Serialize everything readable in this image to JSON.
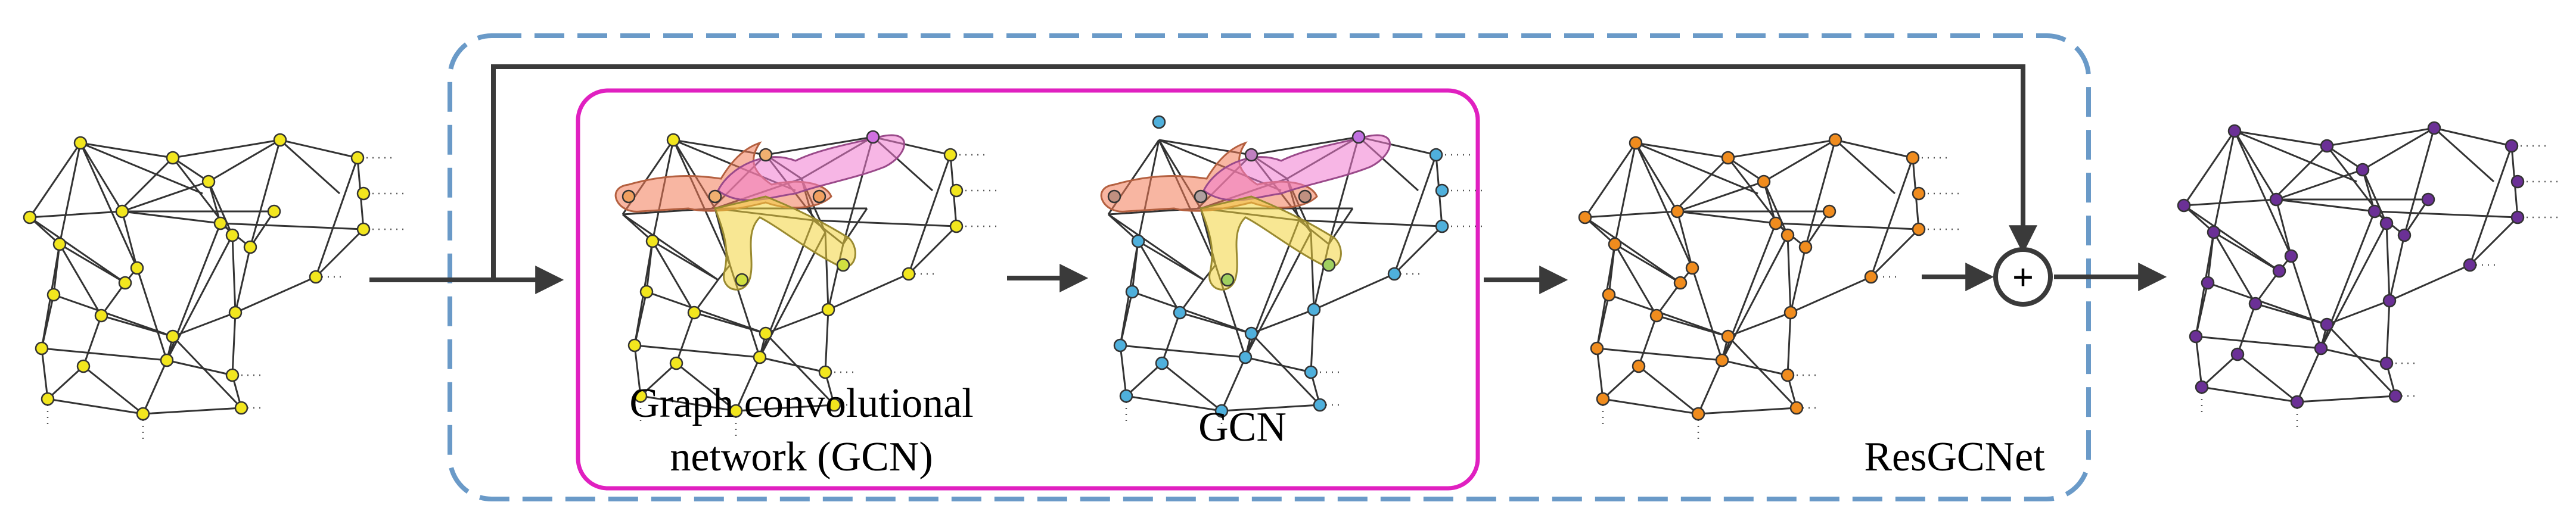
{
  "labels": {
    "gcn_block_line1": "Graph convolutional",
    "gcn_block_line2": "network (GCN)",
    "gcn_short": "GCN",
    "resgcnet": "ResGCNet",
    "sum_symbol": "+"
  },
  "colors": {
    "input_nodes": "#f2e61e",
    "gcn_out_nodes": "#4fb0dc",
    "resgcnet_out_nodes": "#f08c1e",
    "final_nodes": "#6b3096",
    "resgcnet_border": "#6a9ac8",
    "gcn_border": "#e020c0",
    "arrow": "#3a3a3a"
  },
  "graphs": [
    {
      "id": "input-graph",
      "color": "yellow"
    },
    {
      "id": "gcn-graph-1",
      "color": "yellow"
    },
    {
      "id": "gcn-graph-2",
      "color": "blue"
    },
    {
      "id": "resgcnet-output-graph",
      "color": "orange"
    },
    {
      "id": "final-output-graph",
      "color": "purple"
    }
  ]
}
